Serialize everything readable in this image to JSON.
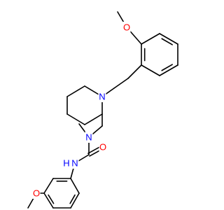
{
  "molecule": {
    "atom_labels": {
      "o_methoxy_top": "O",
      "n_piperidine": "N",
      "n_urea_methyl": "N",
      "n_urea_h": "N",
      "h_urea": "H",
      "o_carbonyl": "O",
      "o_methoxy_bottom": "O"
    },
    "colors": {
      "bond": "#000000",
      "oxygen": "#ff0000",
      "nitrogen": "#0000ff",
      "background": "#ffffff"
    }
  }
}
